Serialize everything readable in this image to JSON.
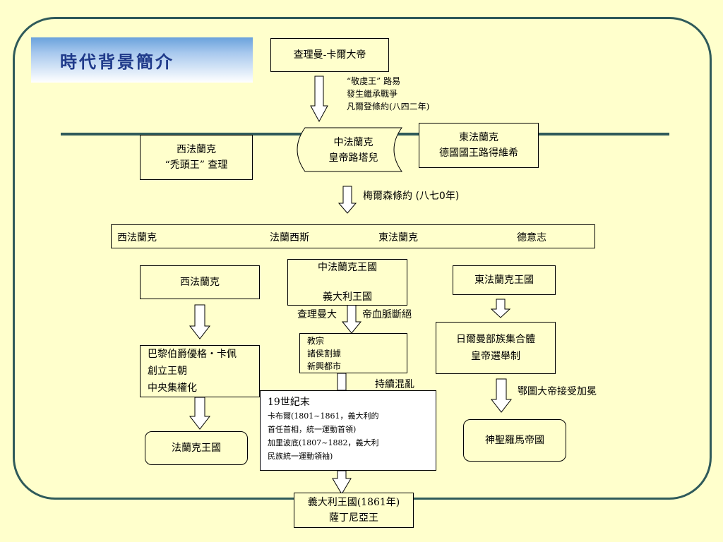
{
  "title": "時代背景簡介",
  "top_box": "查理曼-卡爾大帝",
  "treaty_notes": [
    "“敬虔王” 路易",
    "發生繼承戰爭",
    "凡爾登條約(八四二年)"
  ],
  "west_top": {
    "line1": "西法蘭克",
    "line2": "“禿頭王” 查理"
  },
  "middle_top": {
    "line1": "中法蘭克",
    "line2": "皇帝路塔兒"
  },
  "east_top": {
    "line1": "東法蘭克",
    "line2": "德國國王路得維希"
  },
  "mersen": "梅爾森條約 (八七0年)",
  "band": {
    "west": "西法蘭克",
    "france": "法蘭西斯",
    "east": "東法蘭克",
    "germany": "德意志"
  },
  "west_col": {
    "box": "西法蘭克",
    "capet": [
      "巴黎伯爵優格・卡佩",
      "創立王朝",
      "中央集權化"
    ],
    "kingdom": "法蘭克王國"
  },
  "mid_col": {
    "kingdom": "中法蘭克王國",
    "italy": "義大利王國",
    "broken_left": "查理曼大",
    "broken_right": "帝血脈斷絕",
    "factors": [
      "教宗",
      "諸侯割據",
      "新興都市"
    ],
    "chaos": "持續混亂",
    "final_line1": "義大利王國(1861年)",
    "final_line2": "薩丁尼亞王"
  },
  "east_col": {
    "kingdom": "東法蘭克王國",
    "federation": [
      "日爾曼部族集合體",
      "皇帝選舉制"
    ],
    "otto": "鄂圖大帝接受加冕",
    "hre": "神聖羅馬帝國"
  },
  "century19": {
    "heading": "19世紀末",
    "lines": [
      "卡布爾(1801~1861，義大利的",
      "首任首相，統一運動首領)",
      "加里波底(1807~1882，義大利",
      "民族統一運動領袖)"
    ]
  }
}
